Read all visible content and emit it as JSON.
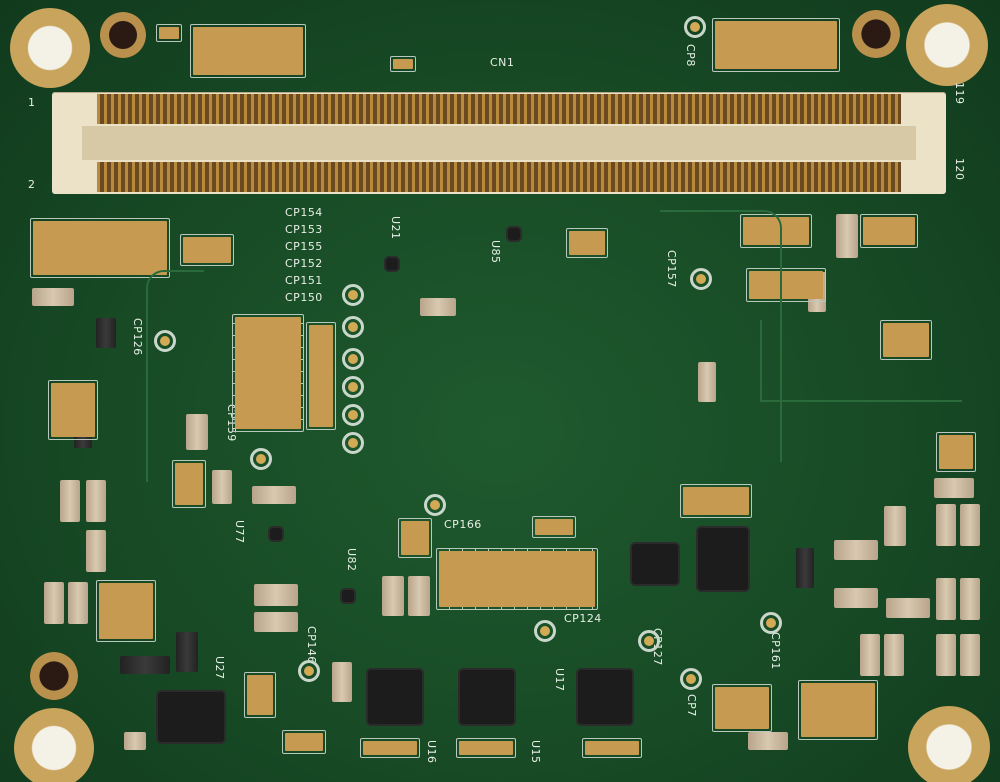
{
  "board": {
    "connector_ref": "CN1",
    "connector_pin_labels": [
      "1",
      "2",
      "119",
      "120"
    ],
    "labels_horizontal": [
      "CP154",
      "CP153",
      "CP155",
      "CP152",
      "CP151",
      "CP150",
      "CP166",
      "CP124"
    ],
    "labels_vertical": [
      "CP8",
      "CP157",
      "CP126",
      "CP159",
      "U21",
      "U85",
      "U77",
      "U82",
      "CP146",
      "U27",
      "U16",
      "U15",
      "U17",
      "CP127",
      "CP7",
      "CP161"
    ],
    "colors": {
      "solder_mask": "#174a25",
      "silkscreen": "#e8efe6",
      "copper": "#c9a45c",
      "connector": "#ece2c8"
    }
  }
}
